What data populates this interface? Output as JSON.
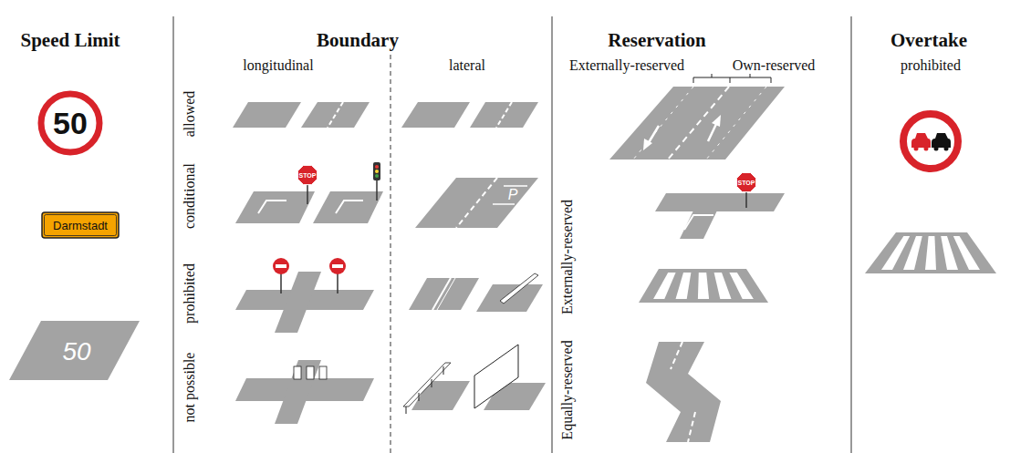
{
  "diagram": {
    "nodes": [
      {
        "text": [
          "50"
        ]
      },
      {
        "text": [
          "Darmstadt"
        ]
      },
      {
        "text": [
          "STOP"
        ]
      },
      {
        "text": [
          "STOP"
        ]
      }
    ],
    "labels": [
      "Speed Limit",
      "Boundary",
      "Reservation",
      "Overtake",
      "longitudinal",
      "lateral",
      "Externally-reserved",
      "Own-reserved",
      "prohibited",
      "allowed",
      "conditional",
      "prohibited",
      "not possible",
      "Externally-reserved",
      "Equally-reserved",
      "50",
      "P"
    ]
  }
}
